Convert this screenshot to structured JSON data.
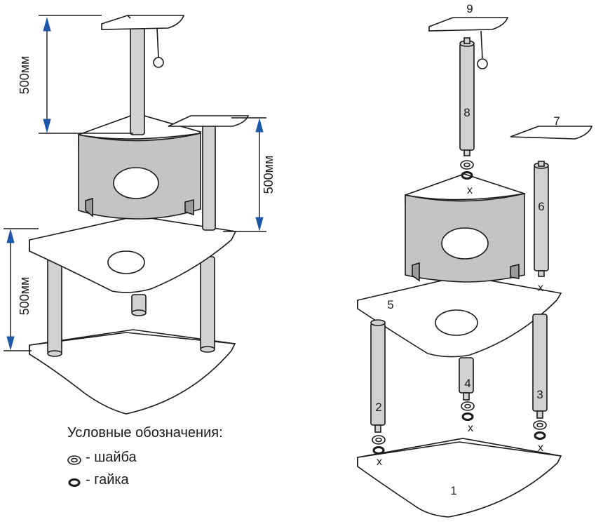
{
  "dimensions": {
    "top_post": "500мм",
    "right_post": "500мм",
    "bottom_legs": "500мм"
  },
  "part_numbers": [
    "1",
    "2",
    "3",
    "4",
    "5",
    "6",
    "7",
    "8",
    "9"
  ],
  "fastener_mark": "x",
  "legend": {
    "title": "Условные обозначения:",
    "washer": "- шайба",
    "nut": "- гайка"
  },
  "colors": {
    "panel_fill": "#ffffff",
    "post_fill": "#d2d2d2",
    "house_fill": "#c4c4c4",
    "dimension_arrow": "#1f57a8",
    "outline": "#1a1a1a"
  }
}
